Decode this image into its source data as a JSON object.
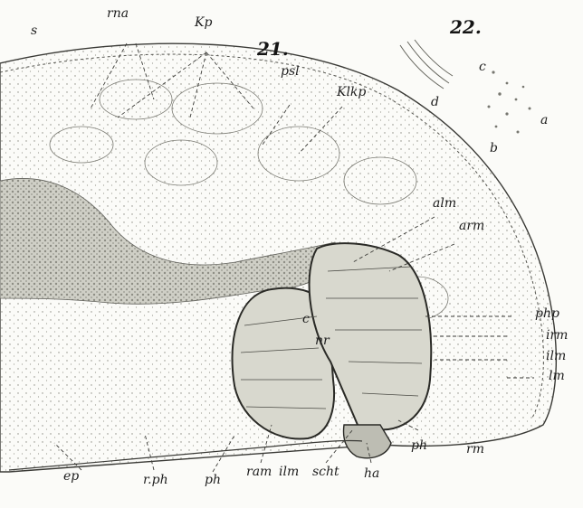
{
  "figures": [
    {
      "number": "21."
    },
    {
      "number": "22."
    }
  ],
  "labels": {
    "s": "s",
    "rna": "rna",
    "kp": "Kp",
    "psl": "psl",
    "klkp": "Klkp",
    "alm": "alm",
    "arm": "arm",
    "php": "php",
    "irm": "irm",
    "ilm_right": "ilm",
    "lm": "lm",
    "c_inner": "c",
    "nr": "nr",
    "ep": "ep",
    "rph": "r.ph",
    "ph_left": "ph",
    "ram": "ram",
    "ilm_bottom": "ilm",
    "scht": "scht",
    "ha": "ha",
    "ph_right": "ph",
    "rm": "rm",
    "d": "d",
    "c": "c",
    "a": "a",
    "b": "b"
  }
}
